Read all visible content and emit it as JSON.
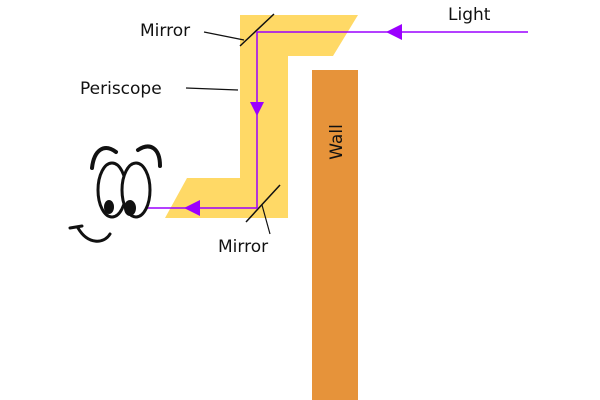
{
  "labels": {
    "light": "Light",
    "mirror_top": "Mirror",
    "periscope": "Periscope",
    "wall": "Wall",
    "mirror_bottom": "Mirror"
  },
  "colors": {
    "periscope": "#FFD966",
    "wall": "#E6933A",
    "light_ray": "#9B00FF",
    "leader_line": "#111111"
  },
  "icons": {
    "eyes": "cartoon-eyes-icon",
    "light_arrow": "arrow-left-icon",
    "ray_arrow_down": "arrow-down-icon"
  }
}
